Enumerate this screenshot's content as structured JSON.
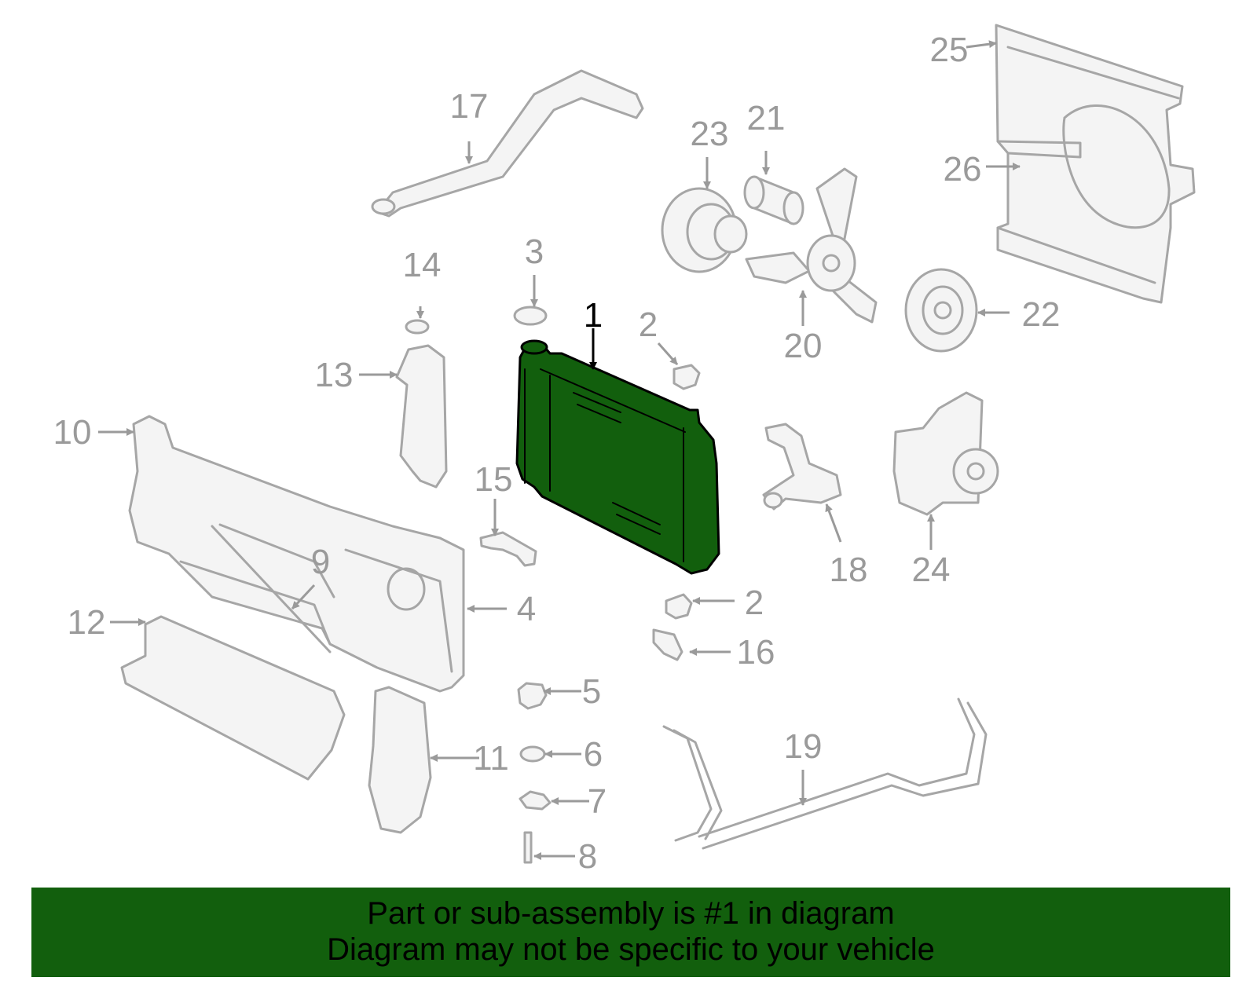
{
  "colors": {
    "highlight": "#125f0d",
    "banner_bg": "#125f0d",
    "part_stroke": "#a6a6a6",
    "callout_text": "#9a9a9a",
    "highlight_callout": "#000000"
  },
  "callouts": {
    "c1": "1",
    "c2a": "2",
    "c2b": "2",
    "c3": "3",
    "c4": "4",
    "c5": "5",
    "c6": "6",
    "c7": "7",
    "c8": "8",
    "c9": "9",
    "c10": "10",
    "c11": "11",
    "c12": "12",
    "c13": "13",
    "c14": "14",
    "c15": "15",
    "c16": "16",
    "c17": "17",
    "c18": "18",
    "c19": "19",
    "c20": "20",
    "c21": "21",
    "c22": "22",
    "c23": "23",
    "c24": "24",
    "c25": "25",
    "c26": "26"
  },
  "highlighted_part": "1",
  "banner": {
    "line1": "Part or sub-assembly is #1 in diagram",
    "line2": "Diagram may not be specific to your vehicle"
  }
}
